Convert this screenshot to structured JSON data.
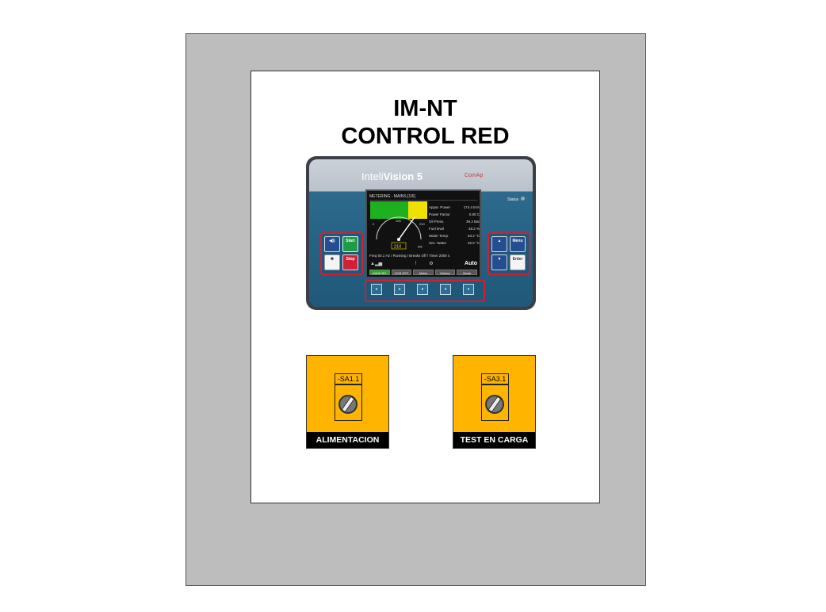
{
  "panel": {
    "title_line1": "IM-NT",
    "title_line2": "CONTROL RED"
  },
  "controller": {
    "brand_prefix": "Inteli",
    "brand_main": "Vision 5",
    "maker": "ComAp",
    "status_label": "Status",
    "screen": {
      "header": "METERING - MAINS [1/6]",
      "gauge_scale": [
        "0",
        "105",
        "210"
      ],
      "gauge_value": "210",
      "gauge_unit": "kW",
      "readings": [
        {
          "label": "Appar. Power",
          "value": "174.4 kVA"
        },
        {
          "label": "Power Factor",
          "value": "0.80 C"
        },
        {
          "label": "Oil Press.",
          "value": "39.3 Bar"
        },
        {
          "label": "Fuel level",
          "value": "48.2 %"
        },
        {
          "label": "Water Temp.",
          "value": "63.2 °C"
        },
        {
          "label": "Sec. Water",
          "value": "32.5 °C"
        }
      ],
      "footer": "Freq 50.1 Hz  /  Running  /  Breaks Off  /  Timer 2000 s",
      "mode": "Auto",
      "softkeys": [
        "MAIN SH",
        "GCB OFF",
        "Mains",
        "History",
        "Mode"
      ]
    },
    "keys": {
      "horn": "◀))",
      "start": "Start",
      "stop": "Stop",
      "menu": "Menu",
      "enter": "Enter",
      "up": "▲",
      "down": "▼"
    }
  },
  "switches": [
    {
      "tag": "-SA1.1",
      "label": "ALIMENTACION"
    },
    {
      "tag": "-SA3.1",
      "label": "TEST EN CARGA"
    }
  ],
  "colors": {
    "cabinet": "#bdbdbd",
    "switch_plate": "#ffb400",
    "highlight": "#d21f2f"
  }
}
